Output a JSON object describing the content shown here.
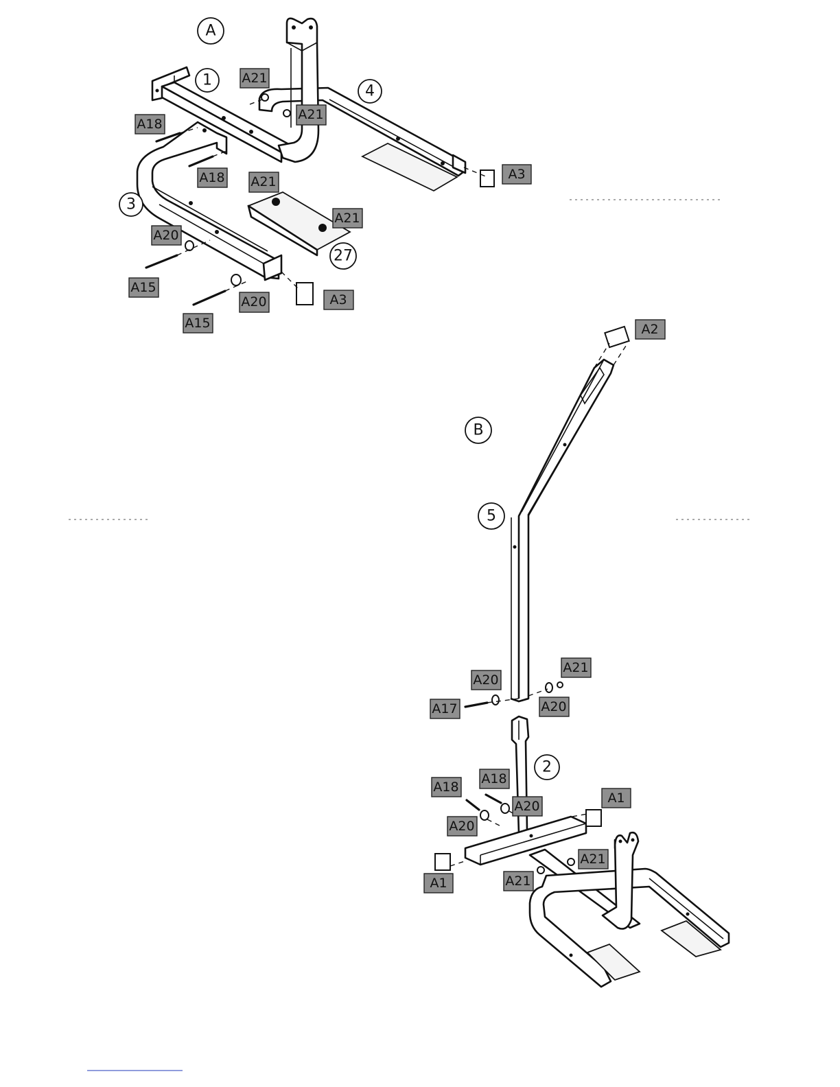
{
  "figure_callouts": {
    "view_a": "A",
    "view_b": "B",
    "part_1": "1",
    "part_2": "2",
    "part_3": "3",
    "part_4": "4",
    "part_5": "5",
    "part_27": "27"
  },
  "hardware_tags": [
    {
      "id": "t1",
      "label": "A21"
    },
    {
      "id": "t2",
      "label": "A21"
    },
    {
      "id": "t3",
      "label": "A18"
    },
    {
      "id": "t4",
      "label": "A18"
    },
    {
      "id": "t5",
      "label": "A3"
    },
    {
      "id": "t6",
      "label": "A21"
    },
    {
      "id": "t7",
      "label": "A21"
    },
    {
      "id": "t8",
      "label": "A20"
    },
    {
      "id": "t9",
      "label": "A15"
    },
    {
      "id": "t10",
      "label": "A20"
    },
    {
      "id": "t11",
      "label": "A3"
    },
    {
      "id": "t12",
      "label": "A15"
    },
    {
      "id": "t13",
      "label": "A2"
    },
    {
      "id": "t14",
      "label": "A21"
    },
    {
      "id": "t15",
      "label": "A20"
    },
    {
      "id": "t16",
      "label": "A17"
    },
    {
      "id": "t17",
      "label": "A20"
    },
    {
      "id": "t18",
      "label": "A18"
    },
    {
      "id": "t19",
      "label": "A18"
    },
    {
      "id": "t20",
      "label": "A20"
    },
    {
      "id": "t21",
      "label": "A1"
    },
    {
      "id": "t22",
      "label": "A20"
    },
    {
      "id": "t23",
      "label": "A21"
    },
    {
      "id": "t24",
      "label": "A1"
    },
    {
      "id": "t25",
      "label": "A21"
    }
  ]
}
